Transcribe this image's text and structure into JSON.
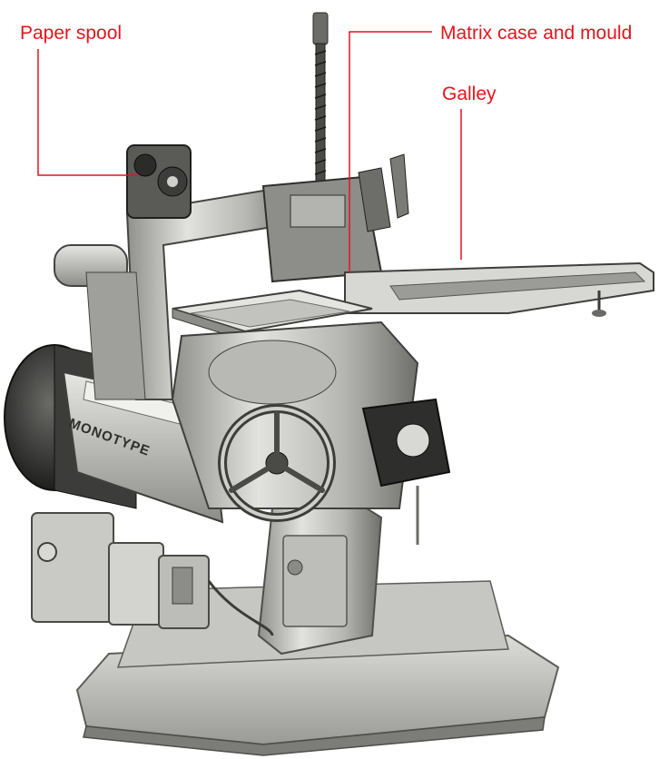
{
  "labels": {
    "paper_spool": "Paper spool",
    "matrix_case": "Matrix case and mould",
    "galley": "Galley"
  },
  "machine_brand_text": "MONOTYPE",
  "colors": {
    "callout": "#e3141c",
    "metal_light": "#d6d6d3",
    "metal_mid": "#a7a7a3",
    "metal_dark": "#4a4a47",
    "background": "#ffffff"
  }
}
